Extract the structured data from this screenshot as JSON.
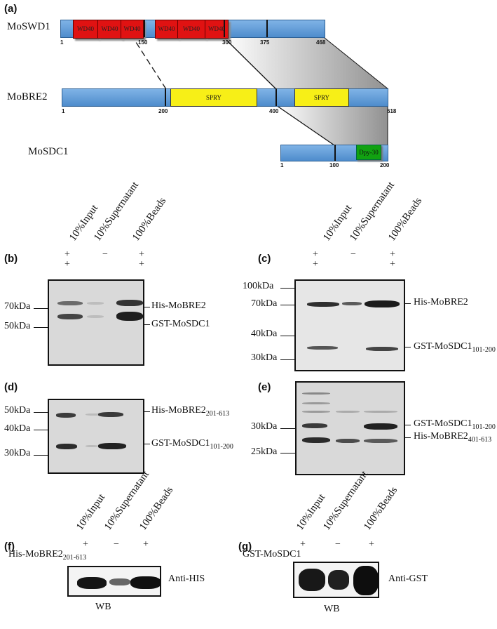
{
  "panel_a": {
    "label": "(a)",
    "moswd1": {
      "name": "MoSWD1",
      "domain_label": "WD40",
      "ticks": [
        "1",
        "150",
        "300",
        "375",
        "468"
      ]
    },
    "mobre2": {
      "name": "MoBRE2",
      "domain_label": "SPRY",
      "ticks": [
        "1",
        "200",
        "400",
        "618"
      ]
    },
    "mosdc1": {
      "name": "MoSDC1",
      "domain_label": "Dpy-30",
      "ticks": [
        "1",
        "100",
        "200"
      ]
    }
  },
  "lanes": {
    "input": "10%Input",
    "supernatant": "10%Supernatant",
    "beads": "100%Beads"
  },
  "signs": {
    "plus": "+",
    "minus": "−"
  },
  "panel_b": {
    "label": "(b)",
    "markers": [
      "70kDa",
      "50kDa"
    ],
    "bands": [
      "His-MoBRE2",
      "GST-MoSDC1"
    ]
  },
  "panel_c": {
    "label": "(c)",
    "markers": [
      "100kDa",
      "70kDa",
      "40kDa",
      "30kDa"
    ],
    "band1": "His-MoBRE2",
    "band2_main": "GST-MoSDC1",
    "band2_sub": "101-200"
  },
  "panel_d": {
    "label": "(d)",
    "markers": [
      "50kDa",
      "40kDa",
      "30kDa"
    ],
    "band1_main": "His-MoBRE2",
    "band1_sub": "201-613",
    "band2_main": "GST-MoSDC1",
    "band2_sub": "101-200"
  },
  "panel_e": {
    "label": "(e)",
    "markers": [
      "30kDa",
      "25kDa"
    ],
    "band1_main": "GST-MoSDC1",
    "band1_sub": "101-200",
    "band2_main": "His-MoBRE2",
    "band2_sub": "401-613"
  },
  "panel_f": {
    "label": "(f)",
    "row_main": "His-MoBRE2",
    "row_sub": "201-613",
    "antibody": "Anti-HIS",
    "method": "WB"
  },
  "panel_g": {
    "label": "(g)",
    "row": "GST-MoSDC1",
    "antibody": "Anti-GST",
    "method": "WB"
  }
}
